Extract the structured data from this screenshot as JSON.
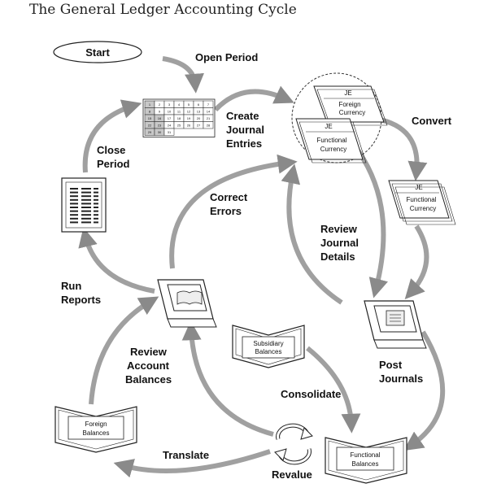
{
  "title": "The General Ledger Accounting Cycle",
  "steps": {
    "start": "Start",
    "open_period": "Open Period",
    "create_journal_entries": [
      "Create",
      "Journal",
      "Entries"
    ],
    "convert": "Convert",
    "review_journal_details": [
      "Review",
      "Journal",
      "Details"
    ],
    "post_journals": [
      "Post",
      "Journals"
    ],
    "consolidate": "Consolidate",
    "revalue": "Revalue",
    "translate": "Translate",
    "review_account_balances": [
      "Review",
      "Account",
      "Balances"
    ],
    "run_reports": [
      "Run",
      "Reports"
    ],
    "correct_errors": [
      "Correct",
      "Errors"
    ],
    "close_period": [
      "Close",
      "Period"
    ]
  },
  "documents": {
    "je_label": "JE",
    "foreign_currency": [
      "Foreign",
      "Currency"
    ],
    "functional_currency": [
      "Functional",
      "Currency"
    ],
    "subsidiary_balances": [
      "Subsidiary",
      "Balances"
    ],
    "functional_balances": [
      "Functional",
      "Balances"
    ],
    "foreign_balances": [
      "Foreign",
      "Balances"
    ]
  },
  "calendar": {
    "rows": [
      [
        "1",
        "2",
        "3",
        "4",
        "5",
        "6",
        "7"
      ],
      [
        "8",
        "9",
        "10",
        "11",
        "12",
        "13",
        "14"
      ],
      [
        "15",
        "16",
        "17",
        "18",
        "19",
        "20",
        "21"
      ],
      [
        "22",
        "23",
        "24",
        "25",
        "26",
        "27",
        "28"
      ],
      [
        "29",
        "30",
        "31"
      ]
    ]
  },
  "colors": {
    "arrow": "#a0a0a0",
    "line": "#222222",
    "calendar_shade": "#c8c8c8"
  }
}
